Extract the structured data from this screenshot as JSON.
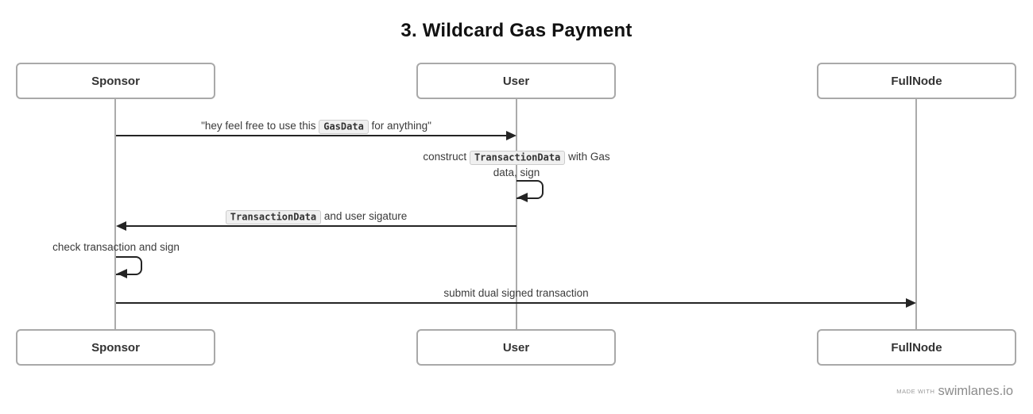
{
  "title": "3. Wildcard Gas Payment",
  "actors": [
    {
      "id": "sponsor",
      "label": "Sponsor"
    },
    {
      "id": "user",
      "label": "User"
    },
    {
      "id": "fullnode",
      "label": "FullNode"
    }
  ],
  "messages": [
    {
      "from": "Sponsor",
      "to": "User",
      "kind": "arrow-right",
      "prefix": "\"hey feel free to use this ",
      "code": "GasData",
      "suffix": " for anything\""
    },
    {
      "from": "User",
      "to": "User",
      "kind": "self-loop",
      "line1_prefix": "construct ",
      "line1_code": "TransactionData",
      "line1_suffix": " with Gas",
      "line2": "data, sign"
    },
    {
      "from": "User",
      "to": "Sponsor",
      "kind": "arrow-left",
      "code": "TransactionData",
      "suffix": " and user sigature"
    },
    {
      "from": "Sponsor",
      "to": "Sponsor",
      "kind": "self-loop",
      "text": "check transaction and sign"
    },
    {
      "from": "Sponsor",
      "to": "FullNode",
      "kind": "arrow-right",
      "text": "submit dual signed transaction"
    }
  ],
  "footer": {
    "made_with": "made with",
    "brand": "swimlanes.io"
  },
  "colors": {
    "arrow": "#242424",
    "lifeline": "#ababab",
    "actor_border": "#a9a9a9",
    "text": "#3b3b3b",
    "code_bg": "#f0f0f0",
    "code_border": "#cccccc",
    "footer_text": "#8c8c8c"
  }
}
